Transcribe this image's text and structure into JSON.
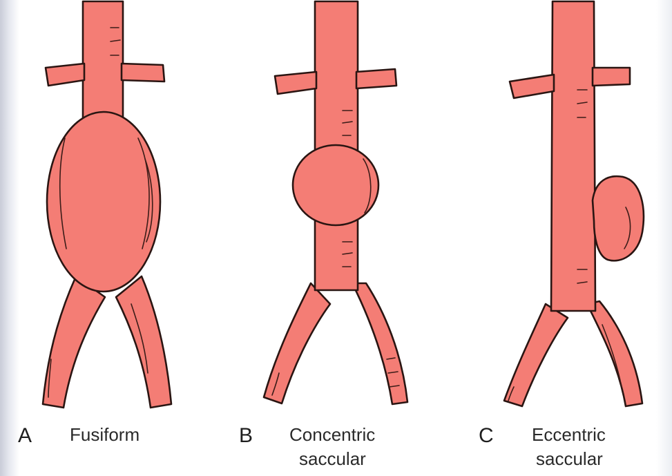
{
  "panels": [
    {
      "letter": "A",
      "caption_lines": [
        "Fusiform"
      ]
    },
    {
      "letter": "B",
      "caption_lines": [
        "Concentric",
        "saccular"
      ]
    },
    {
      "letter": "C",
      "caption_lines": [
        "Eccentric",
        "saccular"
      ]
    }
  ],
  "colors": {
    "vessel_fill": "#f47d75",
    "outline": "#2a1512",
    "background": "#ffffff"
  }
}
